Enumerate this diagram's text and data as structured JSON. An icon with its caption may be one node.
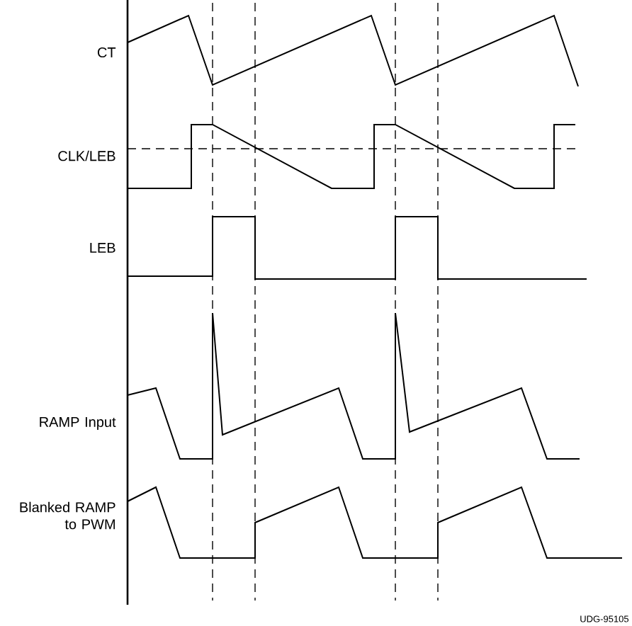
{
  "diagram": {
    "labels": [
      "CT",
      "CLK/LEB",
      "LEB",
      "RAMP Input",
      "Blanked RAMP to PWM",
      "UDG-95105"
    ]
  }
}
